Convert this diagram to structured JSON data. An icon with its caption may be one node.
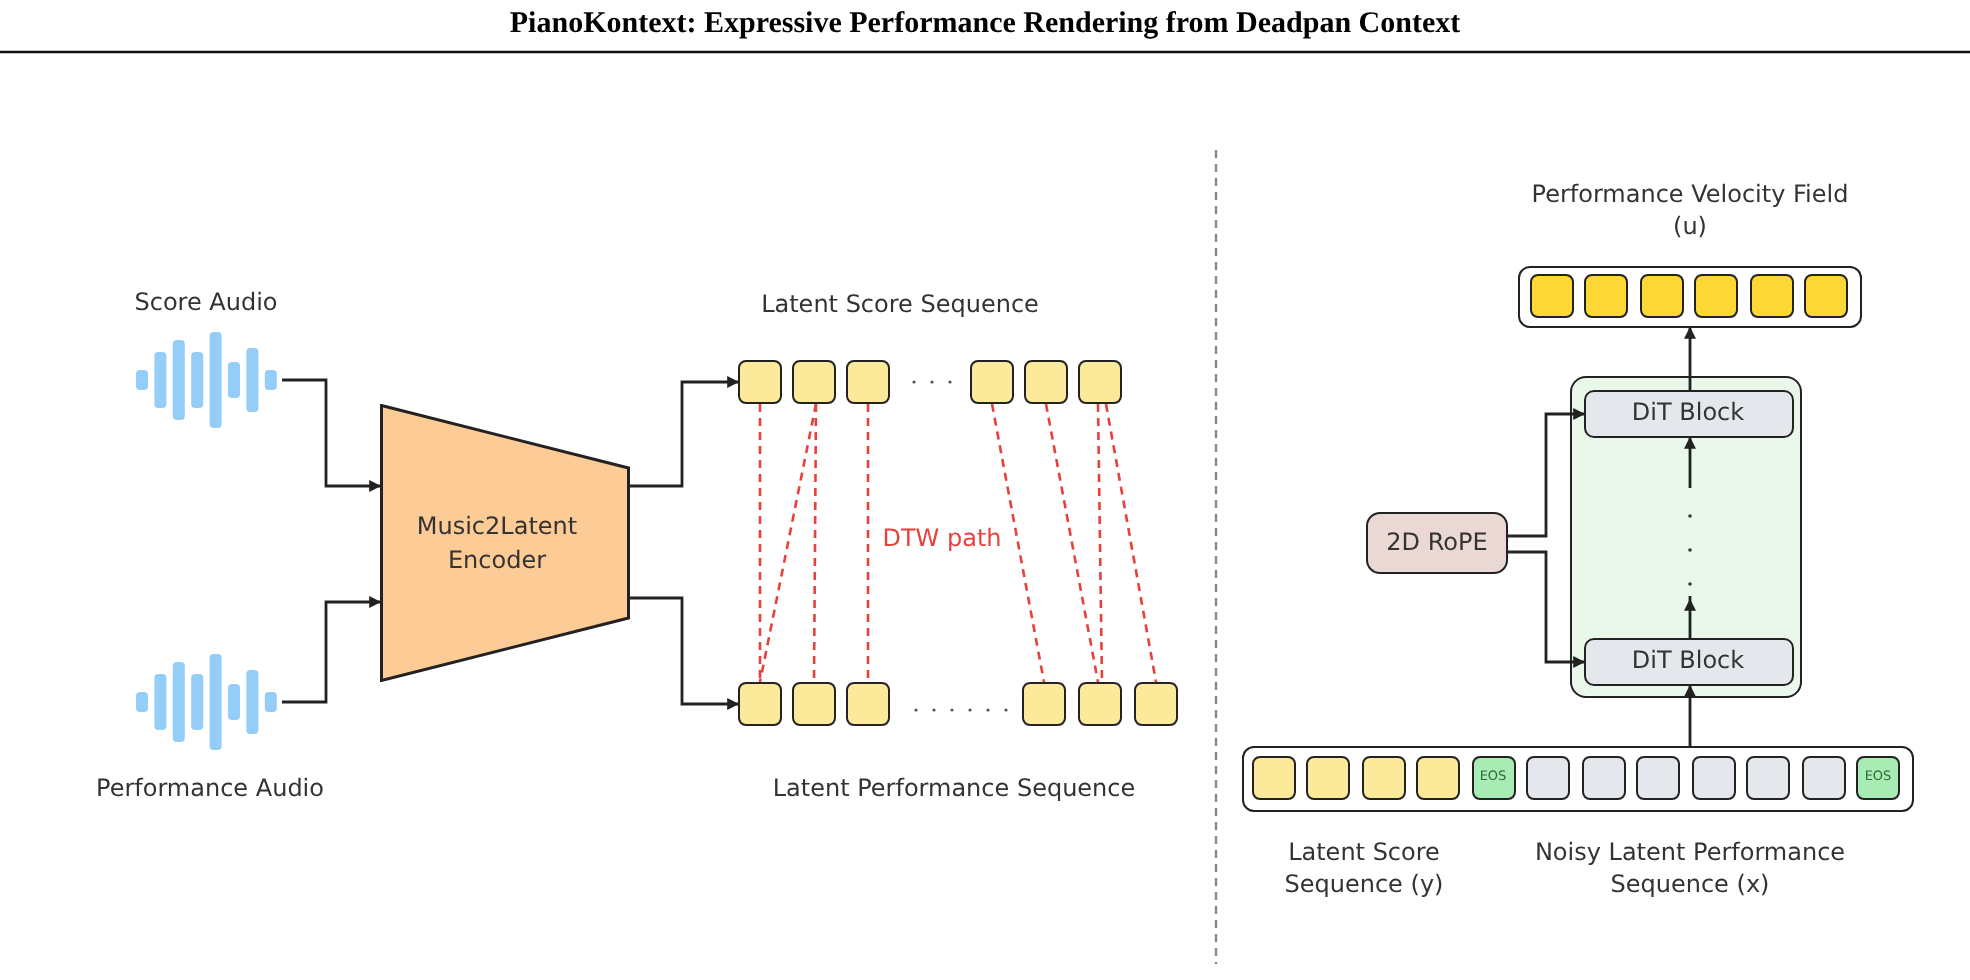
{
  "diagram": {
    "title": "PianoKontext: Expressive Performance Rendering from Deadpan Context",
    "nodes": [
      {
        "text": [],
        "shape": "waveform",
        "beside": [
          "Score Audio"
        ]
      },
      {
        "text": [],
        "shape": "waveform",
        "beside": [
          "Performance Audio"
        ]
      },
      {
        "text": [
          "Music2Latent Encoder"
        ]
      },
      {
        "text": [],
        "shape": "box"
      },
      {
        "text": [],
        "shape": "box"
      },
      {
        "text": [],
        "shape": "box"
      },
      {
        "text": [],
        "shape": "box"
      },
      {
        "text": [],
        "shape": "box"
      },
      {
        "text": [],
        "shape": "box"
      },
      {
        "text": [],
        "shape": "box"
      },
      {
        "text": [],
        "shape": "box"
      },
      {
        "text": [],
        "shape": "box"
      },
      {
        "text": [],
        "shape": "box"
      },
      {
        "text": [],
        "shape": "box"
      },
      {
        "text": [],
        "shape": "box"
      },
      {
        "text": [],
        "shape": "box",
        "beside": [
          "Performance Velocity Field (u)"
        ]
      },
      {
        "text": [],
        "shape": "box",
        "in": 15
      },
      {
        "text": [],
        "shape": "box",
        "in": 15
      },
      {
        "text": [],
        "shape": "box",
        "in": 15
      },
      {
        "text": [],
        "shape": "box",
        "in": 15
      },
      {
        "text": [],
        "shape": "box",
        "in": 15
      },
      {
        "text": [],
        "shape": "box",
        "in": 15
      },
      {
        "text": [],
        "shape": "box"
      },
      {
        "text": [
          "DiT Block"
        ],
        "in": 22
      },
      {
        "text": [
          "DiT Block"
        ],
        "in": 22
      },
      {
        "text": [
          "2D RoPE"
        ]
      },
      {
        "text": [],
        "shape": "box"
      },
      {
        "text": [],
        "shape": "box",
        "in": 26
      },
      {
        "text": [],
        "shape": "box",
        "in": 26
      },
      {
        "text": [],
        "shape": "box",
        "in": 26
      },
      {
        "text": [],
        "shape": "box",
        "in": 26
      },
      {
        "text": [
          "EOS"
        ],
        "in": 26
      },
      {
        "text": [],
        "shape": "box",
        "in": 26
      },
      {
        "text": [],
        "shape": "box",
        "in": 26
      },
      {
        "text": [],
        "shape": "box",
        "in": 26
      },
      {
        "text": [],
        "shape": "box",
        "in": 26
      },
      {
        "text": [],
        "shape": "box",
        "in": 26
      },
      {
        "text": [],
        "shape": "box",
        "in": 26
      },
      {
        "text": [
          "EOS"
        ],
        "in": 26
      }
    ],
    "edges": [
      {
        "from": 0,
        "to": 2,
        "arrow": "to"
      },
      {
        "from": 1,
        "to": 2,
        "arrow": "to"
      },
      {
        "from": 2,
        "to": 3,
        "arrow": "to"
      },
      {
        "from": 2,
        "to": 9,
        "arrow": "to"
      },
      {
        "from": 3,
        "to": 9,
        "arrow": "none",
        "style": "dashed",
        "color": "#e8413c"
      },
      {
        "from": 4,
        "to": 9,
        "arrow": "none",
        "style": "dashed",
        "color": "#e8413c"
      },
      {
        "from": 4,
        "to": 10,
        "arrow": "none",
        "style": "dashed",
        "color": "#e8413c"
      },
      {
        "from": 5,
        "to": 11,
        "arrow": "none",
        "style": "dashed",
        "color": "#e8413c"
      },
      {
        "from": 6,
        "to": 12,
        "arrow": "none",
        "style": "dashed",
        "color": "#e8413c"
      },
      {
        "from": 7,
        "to": 13,
        "arrow": "none",
        "style": "dashed",
        "color": "#e8413c"
      },
      {
        "from": 8,
        "to": 13,
        "arrow": "none",
        "style": "dashed",
        "color": "#e8413c"
      },
      {
        "from": 8,
        "to": 14,
        "arrow": "none",
        "style": "dashed",
        "color": "#e8413c"
      },
      {
        "from": 26,
        "to": 24,
        "arrow": "to"
      },
      {
        "from": 24,
        "to": 23,
        "arrow": "to"
      },
      {
        "from": 23,
        "to": 15,
        "arrow": "to"
      },
      {
        "from": 25,
        "to": 23,
        "arrow": "to"
      },
      {
        "from": 25,
        "to": 24,
        "arrow": "to"
      }
    ],
    "labels": [
      "Latent Score Sequence",
      "DTW path",
      "Latent Performance Sequence",
      "Latent Score Sequence (y)",
      "Noisy Latent Performance Sequence (x)"
    ]
  }
}
